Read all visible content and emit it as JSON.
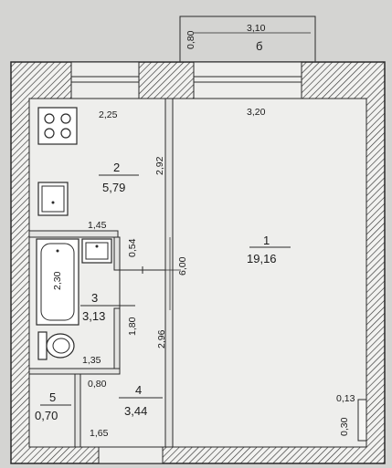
{
  "balcony": {
    "width": "3,10",
    "depth": "0,80",
    "label": "б"
  },
  "rooms": [
    {
      "id": "1",
      "area": "19,16"
    },
    {
      "id": "2",
      "area": "5,79"
    },
    {
      "id": "3",
      "area": "3,13"
    },
    {
      "id": "4",
      "area": "3,44"
    },
    {
      "id": "5",
      "area": "0,70"
    }
  ],
  "dimensions": {
    "kitchen_width": "2,25",
    "kitchen_length": "2,92",
    "room1_width": "3,20",
    "room1_length": "6,00",
    "bath_width": "1,45",
    "bath_length": "2,30",
    "bath_offset": "0,54",
    "bath_depth": "1,80",
    "bath_bottom_width": "1,35",
    "hall_length": "2,96",
    "closet_width": "0,80",
    "hall_bottom_width": "1,65",
    "wall_small": "0,13",
    "niche": "0,30"
  },
  "colors": {
    "background": "#d4d4d2",
    "floor": "#eeeeec",
    "wall": "#2a2a2a",
    "text": "#1b1b1b"
  }
}
